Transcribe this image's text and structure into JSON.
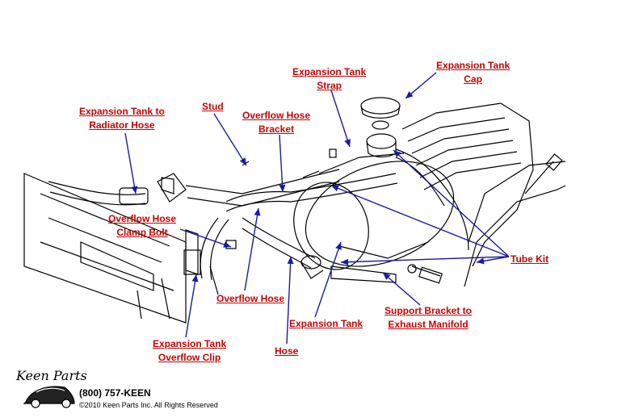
{
  "labels": {
    "expansion_tank_cap": [
      "Expansion Tank",
      "Cap"
    ],
    "expansion_tank_strap": [
      "Expansion Tank",
      "Strap"
    ],
    "expansion_tank_to_radiator_hose": [
      "Expansion Tank to",
      "Radiator Hose"
    ],
    "stud": [
      "Stud"
    ],
    "overflow_hose_bracket": [
      "Overflow Hose",
      "Bracket"
    ],
    "overflow_hose_clamp_bolt": [
      "Overflow Hose",
      "Clamp Bolt"
    ],
    "tube_kit": [
      "Tube Kit"
    ],
    "overflow_hose": [
      "Overflow Hose"
    ],
    "expansion_tank": [
      "Expansion Tank"
    ],
    "support_bracket": [
      "Support Bracket to",
      "Exhaust Manifold"
    ],
    "expansion_tank_overflow_clip": [
      "Expansion Tank",
      "Overflow Clip"
    ],
    "hose": [
      "Hose"
    ]
  },
  "footer": {
    "logo_text": "Keen Parts",
    "phone": "(800) 757-KEEN",
    "copyright": "©2010 Keen Parts Inc. All Rights Reserved"
  },
  "colors": {
    "label": "#cc0000",
    "leader": "#1a1aa6",
    "drawing": "#000000"
  }
}
